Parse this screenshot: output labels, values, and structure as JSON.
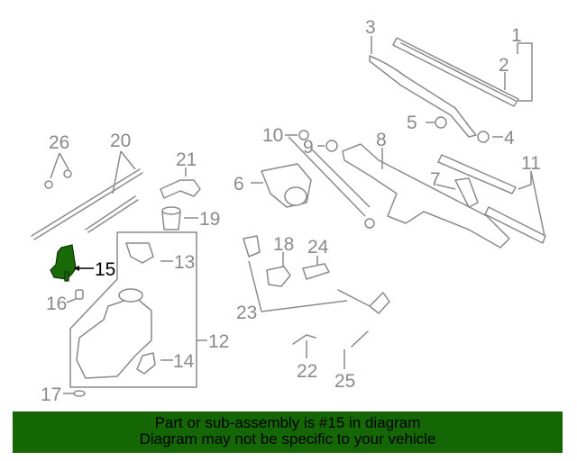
{
  "diagram": {
    "highlight_color": "#1a6b07",
    "callouts": [
      {
        "id": "1",
        "text": "1"
      },
      {
        "id": "2",
        "text": "2"
      },
      {
        "id": "3",
        "text": "3"
      },
      {
        "id": "4",
        "text": "4"
      },
      {
        "id": "5",
        "text": "5"
      },
      {
        "id": "6",
        "text": "6"
      },
      {
        "id": "7",
        "text": "7"
      },
      {
        "id": "8",
        "text": "8"
      },
      {
        "id": "9",
        "text": "9"
      },
      {
        "id": "10",
        "text": "10"
      },
      {
        "id": "11",
        "text": "11"
      },
      {
        "id": "12",
        "text": "12"
      },
      {
        "id": "13",
        "text": "13"
      },
      {
        "id": "14",
        "text": "14"
      },
      {
        "id": "15",
        "text": "15"
      },
      {
        "id": "16",
        "text": "16"
      },
      {
        "id": "17",
        "text": "17"
      },
      {
        "id": "18",
        "text": "18"
      },
      {
        "id": "19",
        "text": "19"
      },
      {
        "id": "20",
        "text": "20"
      },
      {
        "id": "21",
        "text": "21"
      },
      {
        "id": "22",
        "text": "22"
      },
      {
        "id": "23",
        "text": "23"
      },
      {
        "id": "24",
        "text": "24"
      },
      {
        "id": "25",
        "text": "25"
      },
      {
        "id": "26",
        "text": "26"
      }
    ]
  },
  "banner": {
    "color": "#156605",
    "line1": "Part or sub-assembly is #15 in diagram",
    "line2": "Diagram may not be specific to your vehicle"
  }
}
